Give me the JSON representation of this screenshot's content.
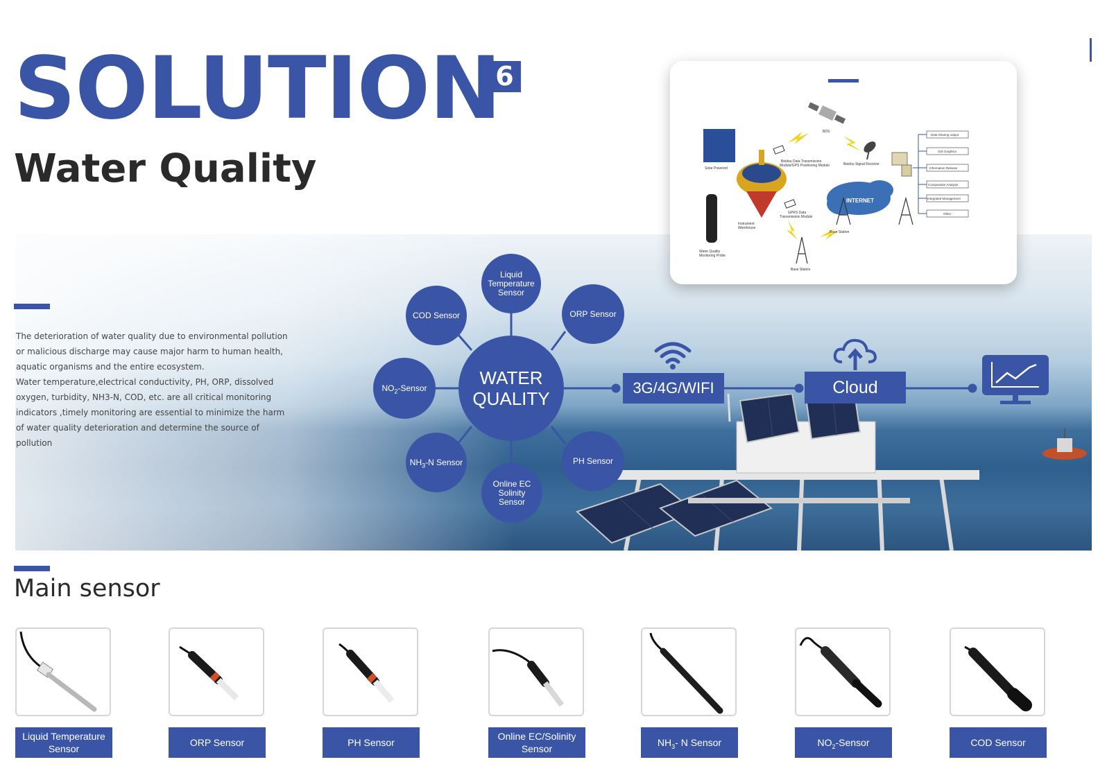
{
  "header": {
    "title": "SOLUTION",
    "badge": "6",
    "subtitle": "Water Quality"
  },
  "intro": {
    "paragraph_1": "The deterioration of water quality due to environmental pollution or malicious discharge may cause major harm to human health, aquatic organisms and the entire ecosystem.",
    "paragraph_2": "Water temperature,electrical conductivity, PH, ORP, dissolved oxygen, turbidity, NH3-N, COD, etc. are all critical monitoring indicators ,timely monitoring are essential to minimize the harm of water quality deterioration and determine the source of pollution"
  },
  "hub": {
    "center_line1": "WATER",
    "center_line2": "QUALITY",
    "nodes": {
      "temperature": [
        "Liquid",
        "Temperature",
        "Sensor"
      ],
      "cod": "COD Sensor",
      "orp": "ORP Sensor",
      "no2_main": "NO",
      "no2_sub": "2",
      "no2_rest": "-Sensor",
      "nh3_main": "NH",
      "nh3_sub": "3",
      "nh3_rest": "-N Sensor",
      "ph": "PH Sensor",
      "ec": [
        "Online EC",
        "Solinity",
        "Sensor"
      ]
    }
  },
  "flow": {
    "network": "3G/4G/WIFI",
    "cloud": "Cloud",
    "icons": [
      "wifi-icon",
      "cloud-upload-icon",
      "monitor-chart-icon"
    ]
  },
  "diagram_labels": {
    "satellite": "BDS",
    "solar": "Solar Powered",
    "beidou_module_1": "Beidou Data Transmission",
    "beidou_module_2": "Module/GPS Positioning Module",
    "receiver": "Beidou Signal Receiver",
    "gprs_1": "GPRS Data",
    "gprs_2": "Transmission Module",
    "warehouse_1": "Instrument",
    "warehouse_2": "Warehouse",
    "probe_1": "Water Quality",
    "probe_2": "Monitoring Probe",
    "internet": "INTERNET",
    "base_station_1": "Base Station",
    "base_station_2": "Base Station",
    "outputs": [
      "Data Sharing output",
      "GIS Graphics",
      "Information Release",
      "Comparative Analysis",
      "Integrated Management",
      "Other"
    ]
  },
  "sensors": {
    "title": "Main sensor",
    "items": [
      {
        "label": "Liquid Temperature Sensor"
      },
      {
        "label": "ORP Sensor"
      },
      {
        "label": "PH Sensor"
      },
      {
        "label": "Online EC/Solinity Sensor"
      },
      {
        "label_main": "NH",
        "label_sub": "3",
        "label_rest": "- N Sensor"
      },
      {
        "label_main": "NO",
        "label_sub": "2",
        "label_rest": "-Sensor"
      },
      {
        "label": "COD Sensor"
      }
    ]
  },
  "colors": {
    "brand_blue": "#3a55a6",
    "heading_dark": "#2a2a2a"
  }
}
